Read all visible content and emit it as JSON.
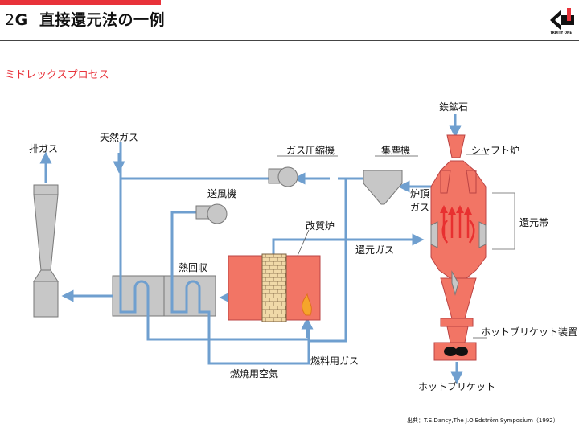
{
  "header": {
    "number": "2",
    "letter": "G",
    "title": "直接還元法の一例"
  },
  "subtitle": "ミドレックスプロセス",
  "logo": {
    "text": "TRDITY ONE"
  },
  "labels": {
    "exhaust_gas": "排ガス",
    "natural_gas": "天然ガス",
    "gas_compressor": "ガス圧縮機",
    "dust_collector": "集塵機",
    "iron_ore": "鉄鉱石",
    "shaft_furnace": "シャフト炉",
    "top_gas_1": "炉頂",
    "top_gas_2": "ガス",
    "blower": "送風機",
    "reformer": "改質炉",
    "reducing_zone": "還元帯",
    "reducing_gas": "還元ガス",
    "heat_recovery": "熱回収",
    "hbi_device": "ホットブリケット装置",
    "fuel_gas": "燃料用ガス",
    "combustion_air": "燃焼用空気",
    "hbi": "ホットブリケット"
  },
  "citation": "出典：T.E.Dancy,The J.O.Edström Symposium（1992）",
  "colors": {
    "accent": "#e8323a",
    "pipe": "#6f9fcf",
    "furnace": "#f27565",
    "equipment_gray": "#c7c7c7",
    "brick": "#f0d9a8",
    "flow_arrow": "#e83030"
  }
}
